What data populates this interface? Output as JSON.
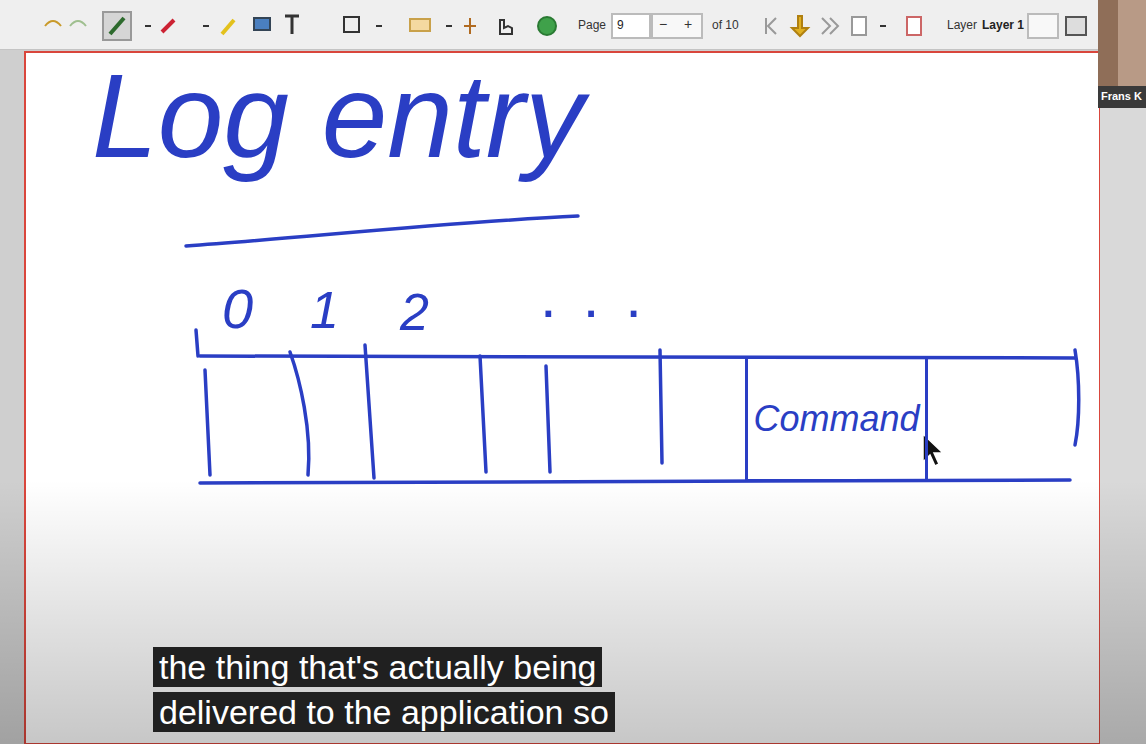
{
  "diagram": {
    "title": "Log entry",
    "caption": "the thing that's actually being delivered to the application so",
    "nodes": [
      {
        "text": [
          "Command"
        ]
      }
    ],
    "edges": [],
    "labels": [
      "0",
      "1",
      "2",
      "...",
      "Page",
      "9",
      "−",
      "+",
      "of 10",
      "Layer",
      "Layer 1",
      "Frans K"
    ]
  }
}
